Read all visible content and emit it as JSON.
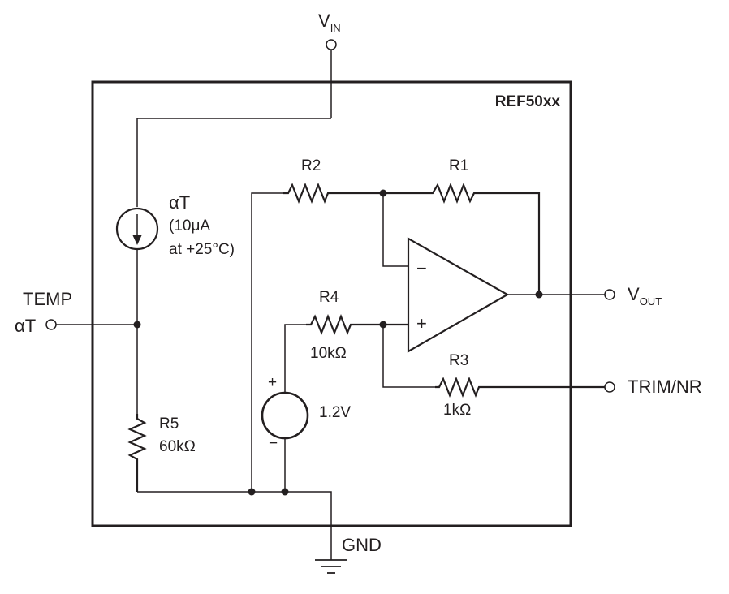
{
  "device": {
    "name": "REF50xx"
  },
  "pins": {
    "vin": {
      "main": "V",
      "sub": "IN"
    },
    "vout": {
      "main": "V",
      "sub": "OUT"
    },
    "trim": "TRIM/NR",
    "gnd": "GND",
    "temp_name": "TEMP",
    "temp_symbol": "αT"
  },
  "current_source": {
    "label": "αT",
    "line1": "(10μA",
    "line2": "at +25°C)"
  },
  "resistors": {
    "r1": {
      "name": "R1"
    },
    "r2": {
      "name": "R2"
    },
    "r3": {
      "name": "R3",
      "value": "1kΩ"
    },
    "r4": {
      "name": "R4",
      "value": "10kΩ"
    },
    "r5": {
      "name": "R5",
      "value": "60kΩ"
    }
  },
  "voltage_source": {
    "value": "1.2V",
    "plus": "+",
    "minus": "−"
  },
  "opamp": {
    "inverting": "−",
    "noninverting": "+"
  }
}
